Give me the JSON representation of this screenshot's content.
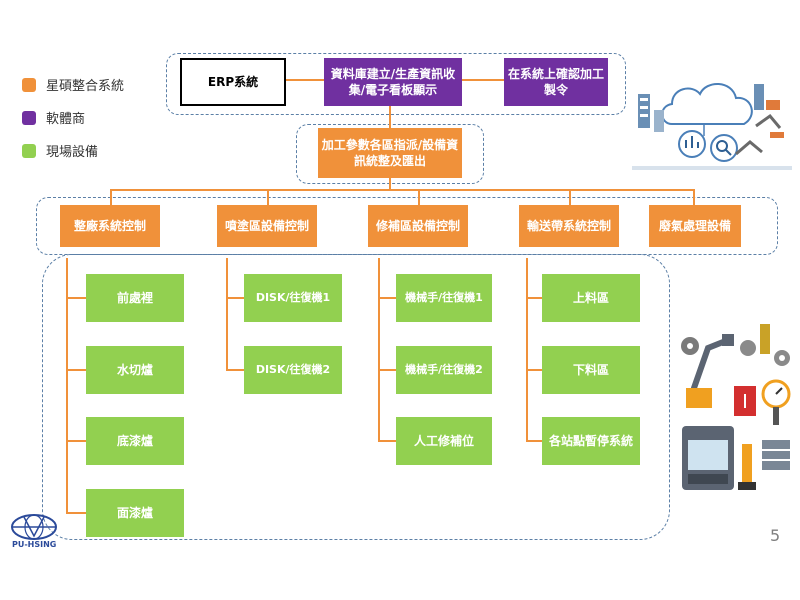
{
  "colors": {
    "system_integrator": "#f0913a",
    "software_vendor": "#7030a0",
    "field_equipment": "#92d050",
    "connector": "#f0913a",
    "dashed_frame": "#5b7fa6"
  },
  "legend": [
    {
      "label": "星碩整合系統",
      "color": "#f0913a"
    },
    {
      "label": "軟體商",
      "color": "#7030a0"
    },
    {
      "label": "現場設備",
      "color": "#92d050"
    }
  ],
  "top": {
    "erp": "ERP系統",
    "database": "資料庫建立/生產資訊收集/電子看板顯示",
    "confirm": "在系統上確認加工製令"
  },
  "middle": {
    "dispatch": "加工參數各區指派/設備資訊統整及匯出"
  },
  "controls": [
    "整廠系統控制",
    "噴塗區設備控制",
    "修補區設備控制",
    "輸送帶系統控制",
    "廢氣處理設備"
  ],
  "equipment": {
    "plant": [
      "前處裡",
      "水切爐",
      "底漆爐",
      "面漆爐"
    ],
    "spray": [
      "DISK/往復機1",
      "DISK/往復機2"
    ],
    "repair": [
      "機械手/往復機1",
      "機械手/往復機2",
      "人工修補位"
    ],
    "conveyor": [
      "上料區",
      "下料區",
      "各站點暫停系統"
    ]
  },
  "illustrations": {
    "top_right": "cloud-network-illustration",
    "bottom_right": "industrial-equipment-illustration"
  },
  "logo": {
    "text": "PU-HSING"
  },
  "page_number": "5"
}
